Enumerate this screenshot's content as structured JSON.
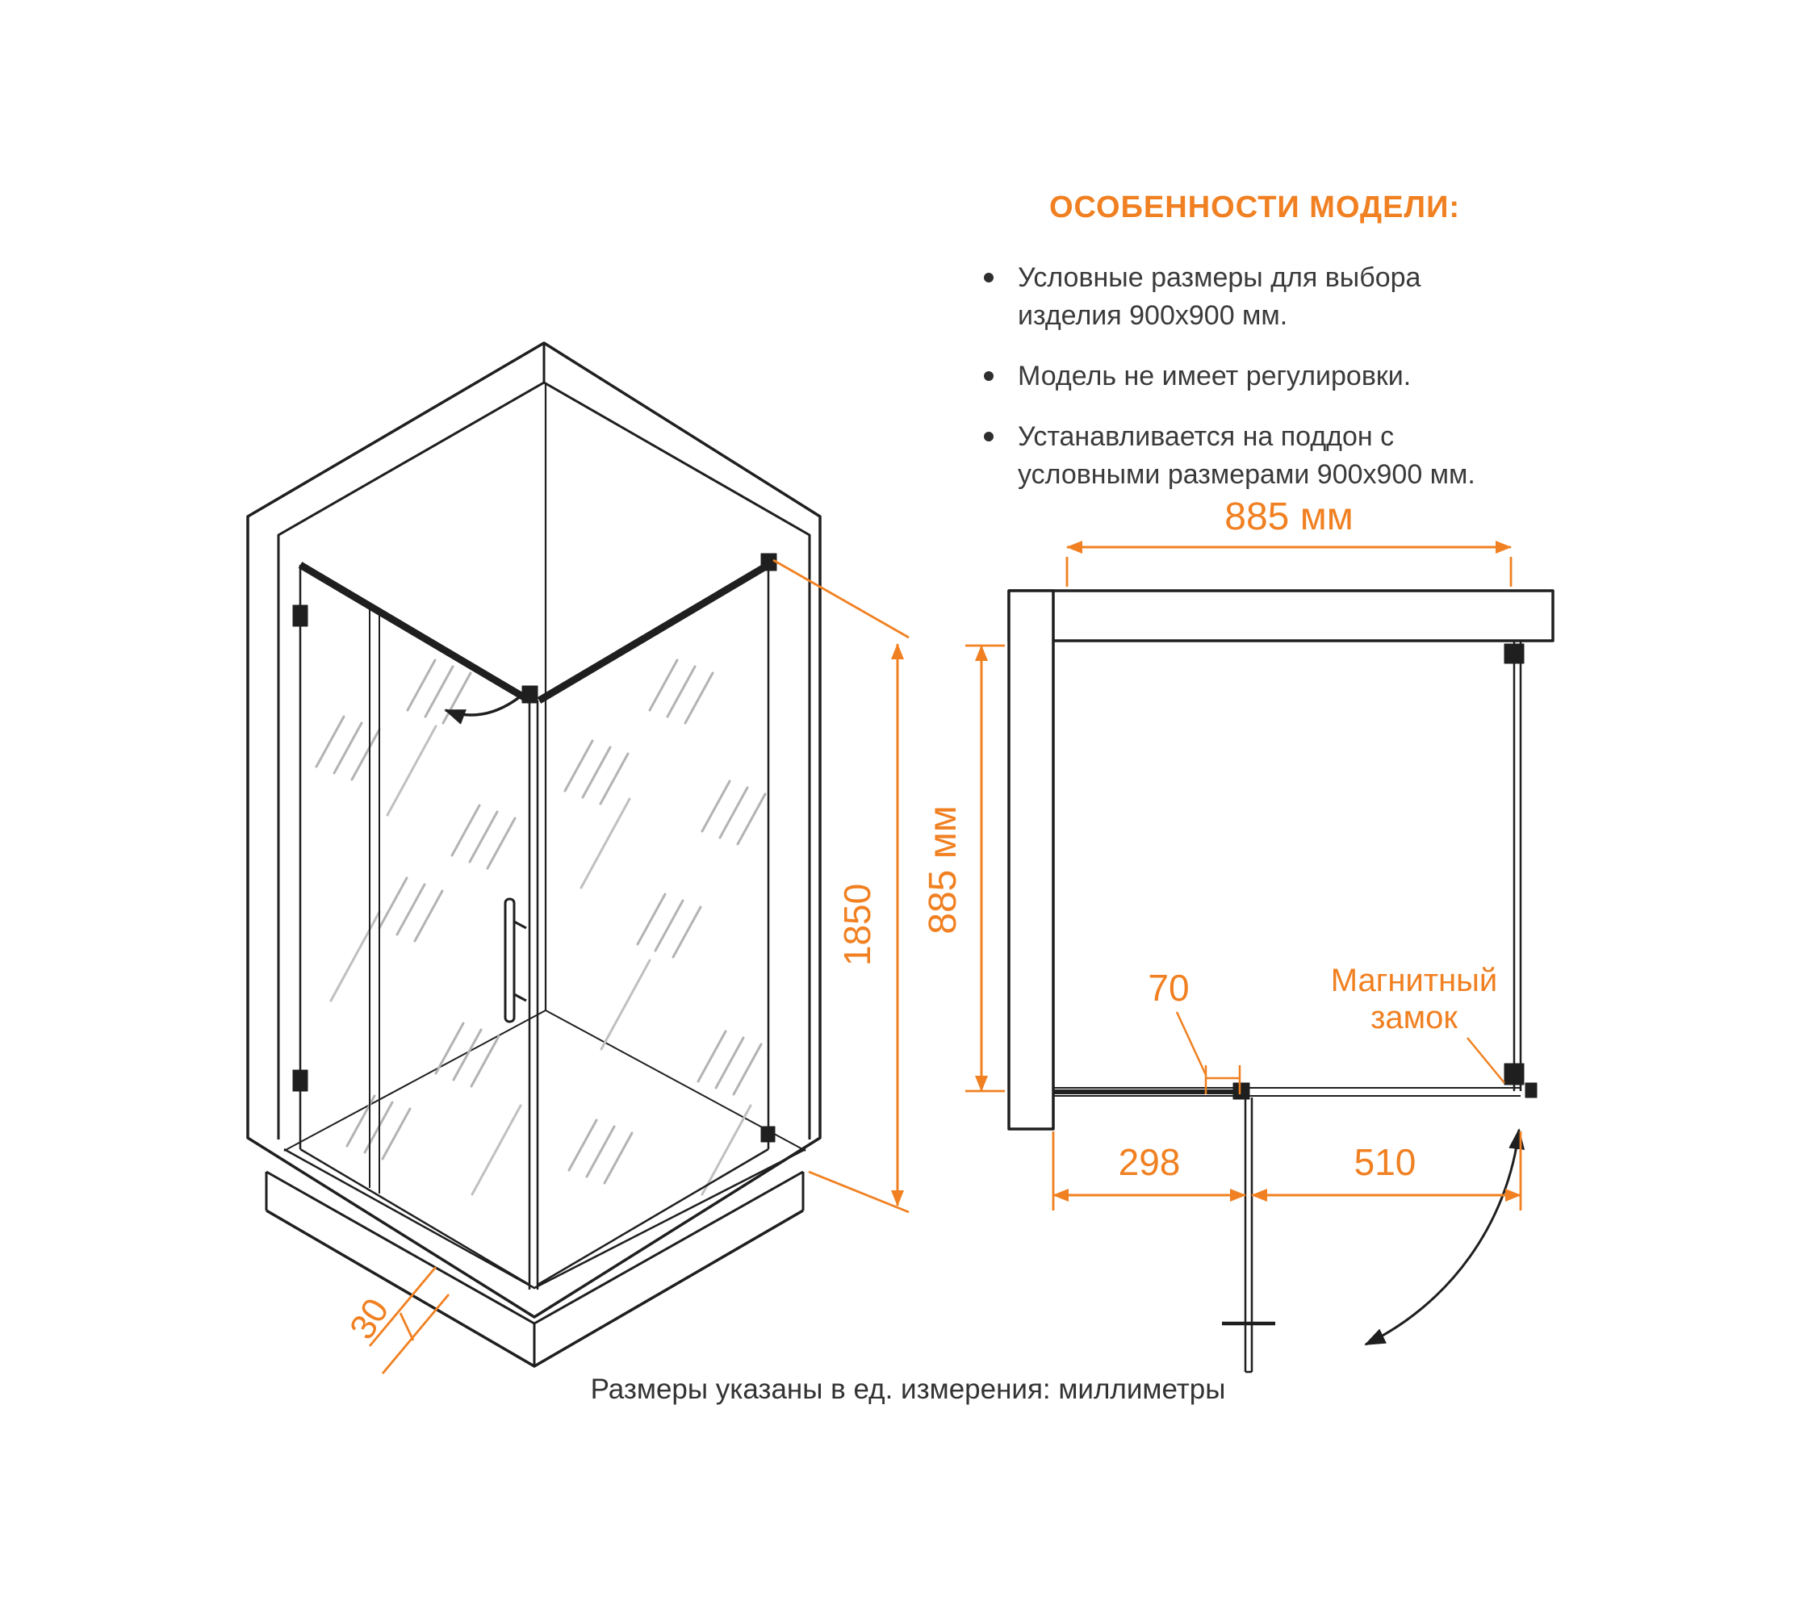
{
  "features": {
    "title": "ОСОБЕННОСТИ МОДЕЛИ:",
    "bullets": [
      {
        "lines": [
          "Условные размеры для выбора",
          "изделия 900x900 мм."
        ]
      },
      {
        "lines": [
          "Модель не имеет регулировки."
        ]
      },
      {
        "lines": [
          "Устанавливается на поддон с",
          "условными размерами 900x900 мм."
        ]
      }
    ]
  },
  "iso_view": {
    "height_dim": "1850",
    "base_dim": "30"
  },
  "plan_view": {
    "width_dim": "885 мм",
    "depth_dim": "885 мм",
    "pivot_dim": "70",
    "left_dim": "298",
    "right_dim": "510",
    "lock_label": [
      "Магнитный",
      "замок"
    ]
  },
  "footer": {
    "note": "Размеры указаны в ед. измерения: миллиметры"
  },
  "colors": {
    "accent": "#F08021",
    "line": "#1F1F1F",
    "text": "#3A3A3A"
  }
}
